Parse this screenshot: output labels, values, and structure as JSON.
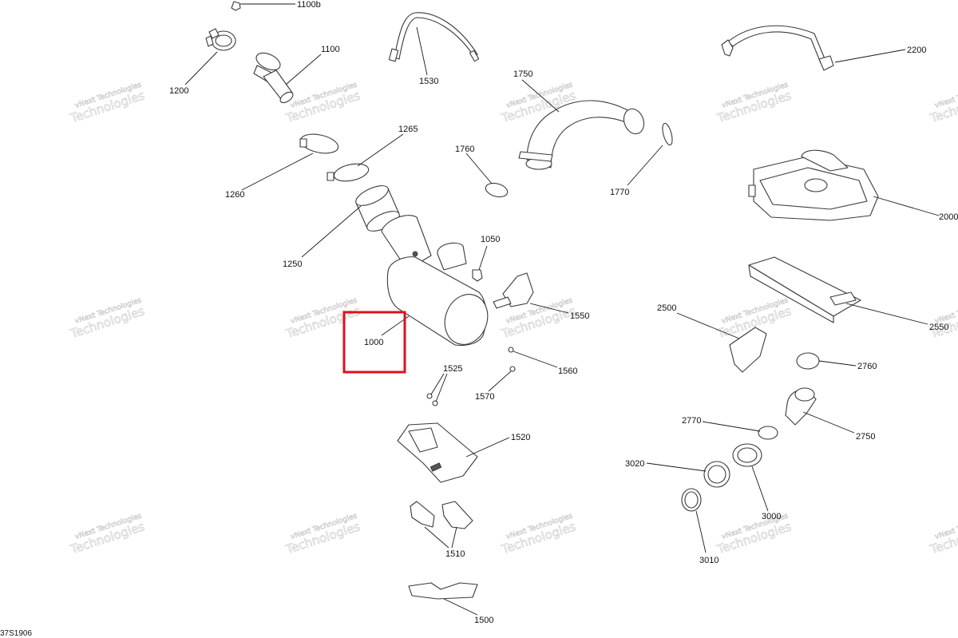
{
  "diagram": {
    "code": "37S1906",
    "watermark": {
      "line1": "vNext Technologies",
      "line2": "Technologies"
    },
    "highlight_color": "#e0101c",
    "callouts": {
      "p1100b": "1100b",
      "p1100": "1100",
      "p1200": "1200",
      "p1530": "1530",
      "p2200": "2200",
      "p1750": "1750",
      "p1265": "1265",
      "p1760": "1760",
      "p1770": "1770",
      "p1260": "1260",
      "p2000": "2000",
      "p1050": "1050",
      "p1250": "1250",
      "p1550a": "1550",
      "p2500": "2500",
      "p2550": "2550",
      "p1000": "1000",
      "p1525": "1525",
      "p1560": "1560",
      "p2760": "2760",
      "p1570": "1570",
      "p2770": "2770",
      "p2750": "2750",
      "p1520": "1520",
      "p3020": "3020",
      "p3000": "3000",
      "p1510": "1510",
      "p3010": "3010",
      "p1500": "1500"
    }
  }
}
